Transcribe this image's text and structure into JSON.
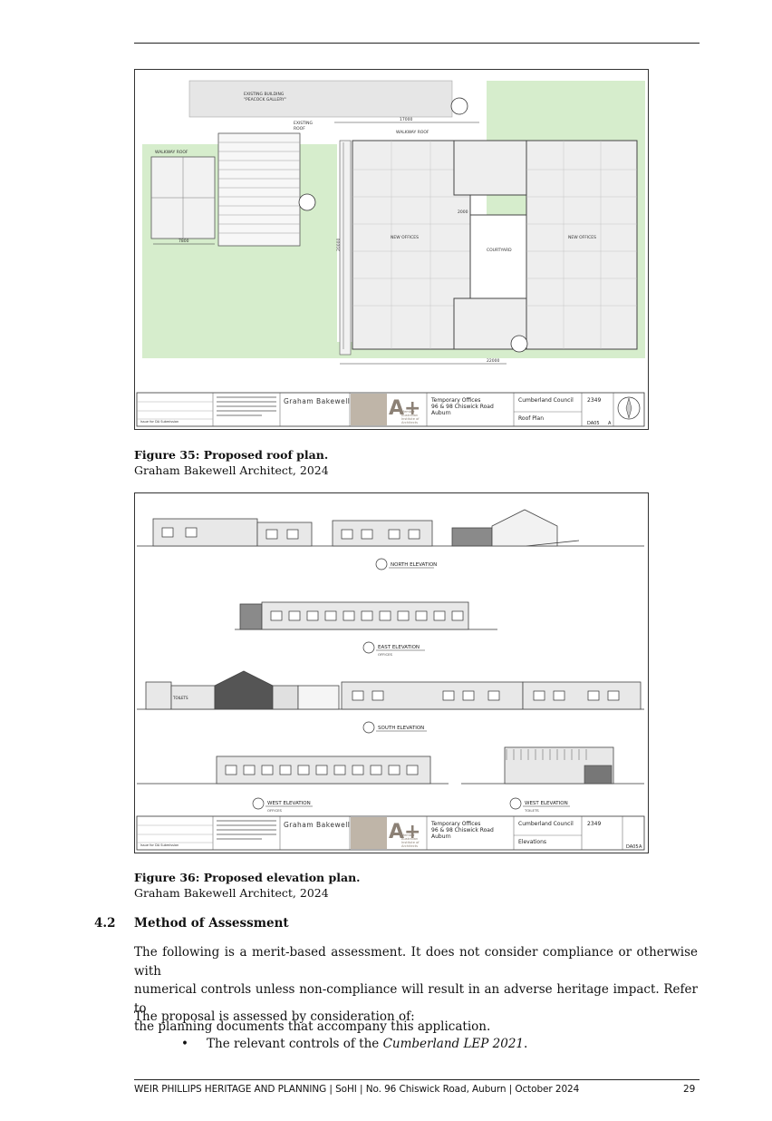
{
  "figures": [
    {
      "caption_title": "Figure 35: Proposed roof plan.",
      "caption_source": "Graham Bakewell Architect, 2024",
      "drawing_labels": {
        "existing_building": "EXISTING BUILDING",
        "peacock_gallery": "\"PEACOCK GALLERY\"",
        "existing_roof": "EXISTING",
        "existing_roof2": "ROOF",
        "walkway_roof_left": "WALKWAY ROOF",
        "walkway_roof_top": "WALKWAY ROOF",
        "new_offices_left": "NEW OFFICES",
        "new_offices_right": "NEW OFFICES",
        "courtyard": "COURTYARD",
        "dim_top": "17000",
        "dim_left": "7800",
        "dim_mid": "2000",
        "dim_bottom": "22000",
        "dim_vertical": "20000"
      },
      "title_block": {
        "architect_name": "Graham Bakewell",
        "project_line1": "Temporary Offices",
        "project_line2": "96 & 98 Chiswick Road",
        "project_line3": "Auburn",
        "client": "Cumberland Council",
        "drawing_title": "Roof Plan",
        "job_number": "2349",
        "drawing_number": "DA05",
        "revision": "A",
        "issue_note": "Issue for DA Submission",
        "member_text1": "Member",
        "member_text2": "Australian",
        "member_text3": "Institute of",
        "member_text4": "Architects"
      }
    },
    {
      "caption_title": "Figure 36: Proposed elevation plan.",
      "caption_source": "Graham Bakewell Architect, 2024",
      "drawing_labels": {
        "north_elevation": "NORTH ELEVATION",
        "east_elevation": "EAST ELEVATION",
        "east_sub": "OFFICES",
        "south_elevation": "SOUTH ELEVATION",
        "west_elevation_offices": "WEST ELEVATION",
        "west_sub_offices": "OFFICES",
        "west_elevation_toilets": "WEST ELEVATION",
        "west_sub_toilets": "TOILETS",
        "toilets_label": "TOILETS"
      },
      "title_block": {
        "architect_name": "Graham Bakewell",
        "project_line1": "Temporary Offices",
        "project_line2": "96 & 98 Chiswick Road",
        "project_line3": "Auburn",
        "client": "Cumberland Council",
        "drawing_title": "Elevations",
        "job_number": "2349",
        "drawing_number": "DA05",
        "revision": "A",
        "issue_note": "Issue for DA Submission",
        "member_text1": "Member",
        "member_text2": "Australian",
        "member_text3": "Institute of",
        "member_text4": "Architects"
      }
    }
  ],
  "section": {
    "number": "4.2",
    "title": "Method of Assessment",
    "paragraph1_lines": [
      "The following is a merit-based assessment. It does not consider compliance or otherwise with",
      "numerical controls unless non-compliance will result in an adverse heritage impact. Refer to",
      "the planning documents that accompany this application."
    ],
    "paragraph2": "The proposal is assessed by consideration of:",
    "bullet_prefix": "The relevant controls of the ",
    "bullet_italic": "Cumberland LEP 2021",
    "bullet_suffix": "."
  },
  "footer": {
    "text": "WEIR PHILLIPS HERITAGE AND PLANNING | SoHI | No. 96 Chiswick Road, Auburn | October 2024",
    "page_number": "29"
  },
  "colors": {
    "lawn_green": "#d6edcc",
    "roof_fill": "#eeeeee",
    "line": "#555555"
  }
}
